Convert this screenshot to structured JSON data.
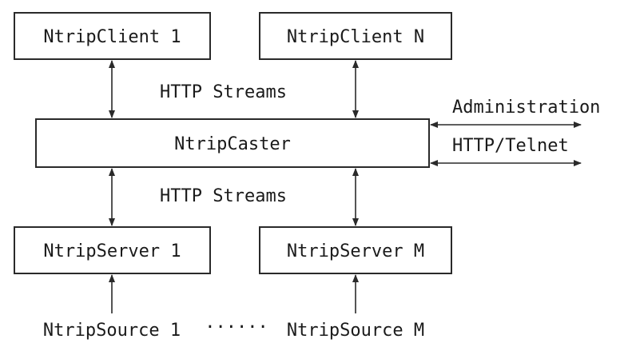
{
  "clients": {
    "first": "NtripClient 1",
    "last": "NtripClient N"
  },
  "caster": {
    "label": "NtripCaster"
  },
  "servers": {
    "first": "NtripServer 1",
    "last": "NtripServer M"
  },
  "sources": {
    "first": "NtripSource 1",
    "ellipsis": "······",
    "last": "NtripSource M"
  },
  "links": {
    "upper_streams": "HTTP Streams",
    "lower_streams": "HTTP Streams",
    "administration": "Administration",
    "protocol": "HTTP/Telnet"
  }
}
